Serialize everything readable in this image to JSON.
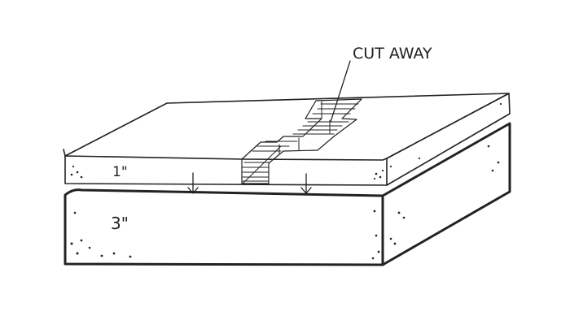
{
  "diagram": {
    "callout_label": "CUT AWAY",
    "top_slab_thickness": "1\"",
    "bottom_block_thickness": "3\"",
    "ink_color": "#222222",
    "background_color": "#ffffff"
  }
}
